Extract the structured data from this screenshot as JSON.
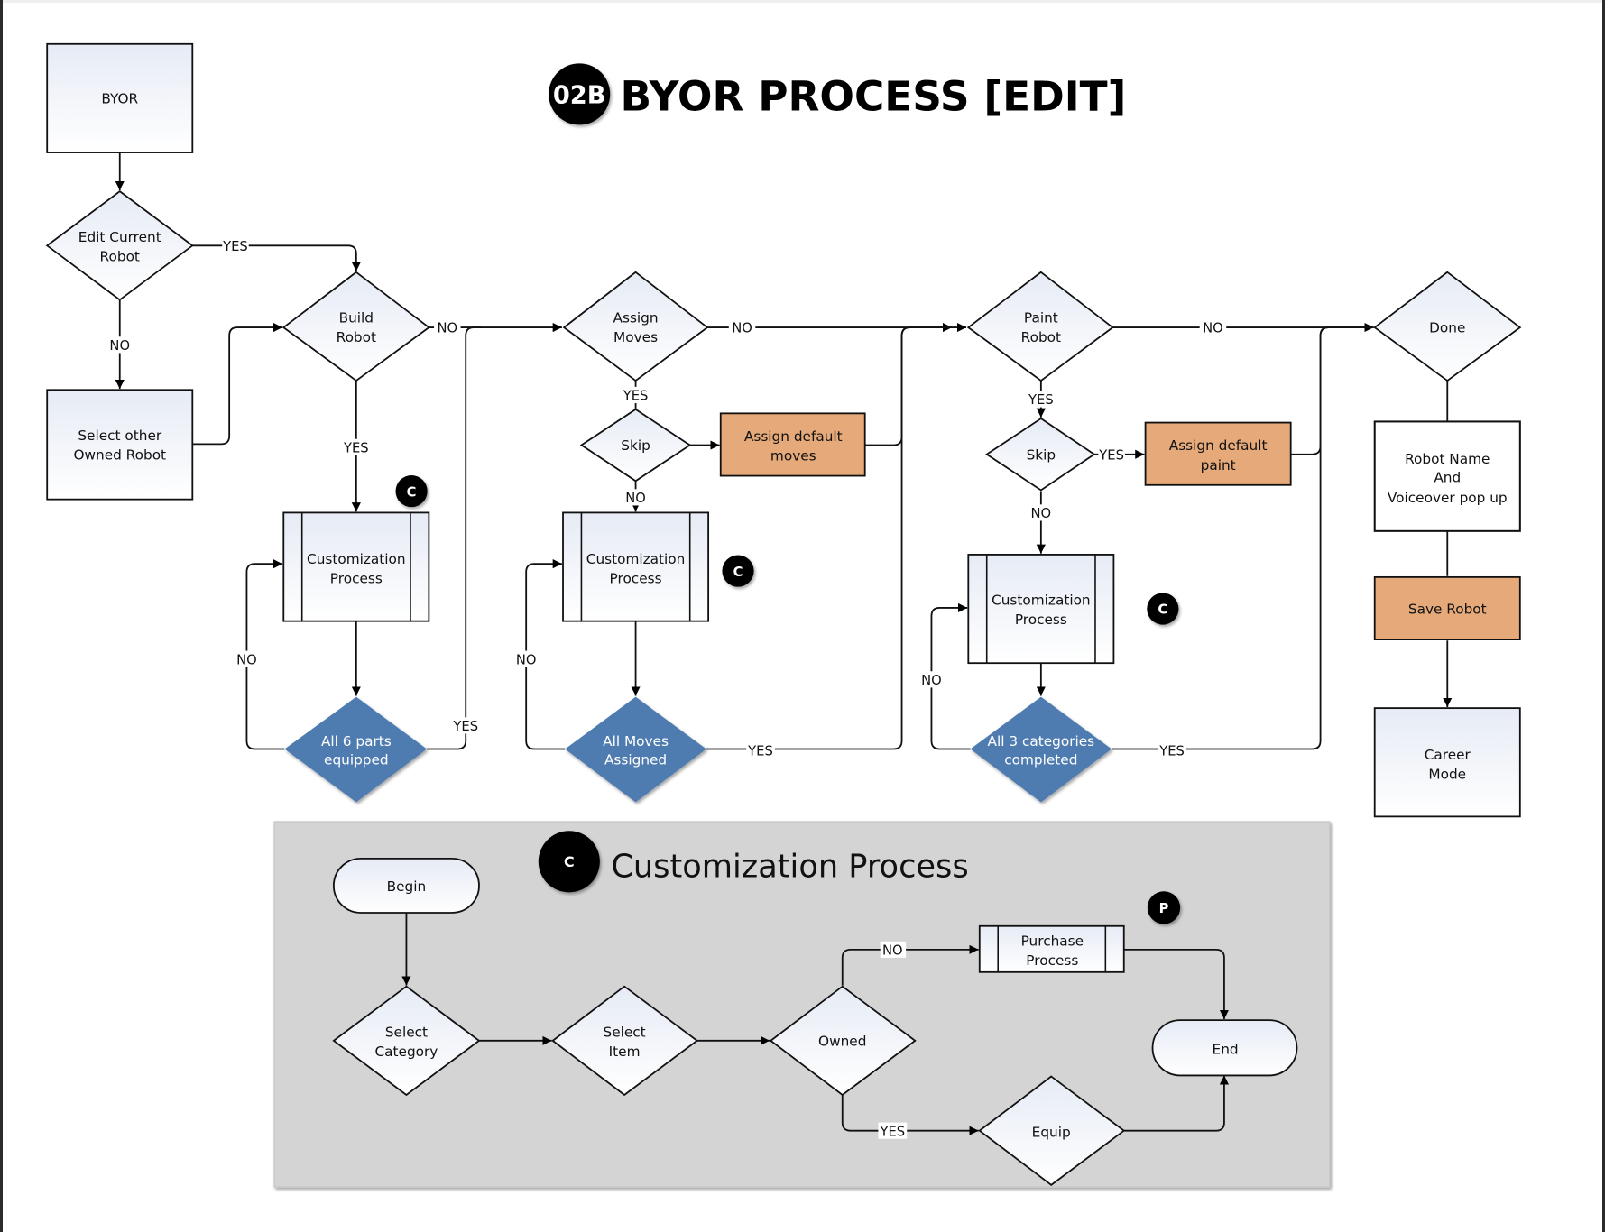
{
  "title": {
    "badge": "02B",
    "text": "BYOR PROCESS [EDIT]"
  },
  "colors": {
    "node_fill_top": "#e6ebf5",
    "node_fill_bottom": "#ffffff",
    "action_orange": "#e6aa7a",
    "check_blue": "#4f7bb0",
    "panel_gray": "#d4d4d4",
    "badge_black": "#000000"
  },
  "main_flow": {
    "byor": "BYOR",
    "edit_current_robot": [
      "Edit Current",
      "Robot"
    ],
    "select_other_robot": [
      "Select other",
      "Owned Robot"
    ],
    "build_robot": [
      "Build",
      "Robot"
    ],
    "assign_moves": [
      "Assign",
      "Moves"
    ],
    "paint_robot": [
      "Paint",
      "Robot"
    ],
    "done": "Done",
    "skip_moves": "Skip",
    "skip_paint": "Skip",
    "assign_default_moves": [
      "Assign default",
      "moves"
    ],
    "assign_default_paint": [
      "Assign default",
      "paint"
    ],
    "customization_process": [
      "Customization",
      "Process"
    ],
    "check_parts": [
      "All 6 parts",
      "equipped"
    ],
    "check_moves": [
      "All Moves",
      "Assigned"
    ],
    "check_categories": [
      "All 3 categories",
      "completed"
    ],
    "robot_name_popup": [
      "Robot Name",
      "And",
      "Voiceover pop up"
    ],
    "save_robot": "Save Robot",
    "career_mode": [
      "Career",
      "Mode"
    ],
    "badge_c": "C"
  },
  "edge_labels": {
    "yes": "YES",
    "no": "NO"
  },
  "sub_process": {
    "badge": "C",
    "title": "Customization Process",
    "begin": "Begin",
    "select_category": [
      "Select",
      "Category"
    ],
    "select_item": [
      "Select",
      "Item"
    ],
    "owned": "Owned",
    "purchase_process": [
      "Purchase",
      "Process"
    ],
    "purchase_badge": "P",
    "equip": "Equip",
    "end": "End"
  }
}
